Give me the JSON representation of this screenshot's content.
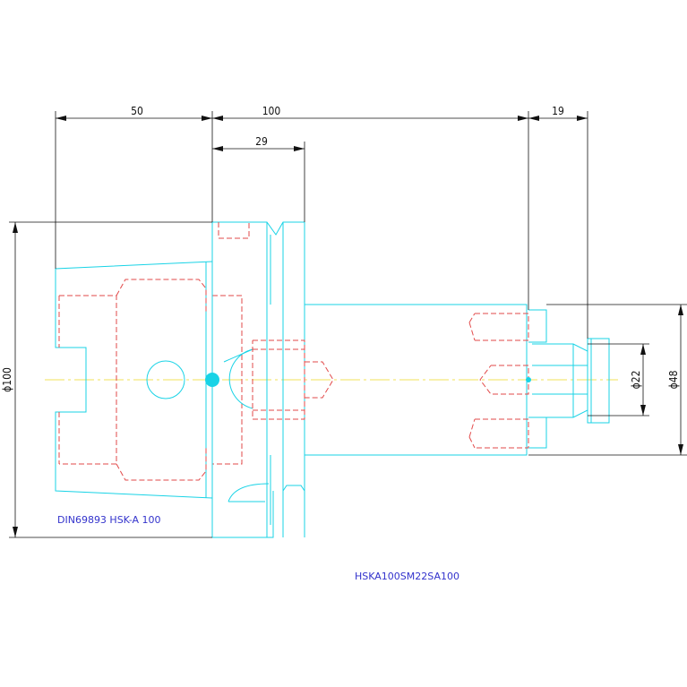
{
  "dimensions": {
    "d50": "50",
    "d100": "100",
    "d29": "29",
    "d19": "19",
    "phi100": "ϕ100",
    "phi22": "ϕ22",
    "phi48": "ϕ48"
  },
  "labels": {
    "standard": "DIN69893 HSK-A 100",
    "part_number": "HSKA100SM22SA100"
  },
  "colors": {
    "outline": "#19d3e6",
    "hidden": "#e24a4a",
    "centerline": "#f0e25a",
    "dimension": "#111111",
    "label": "#3333cc"
  }
}
